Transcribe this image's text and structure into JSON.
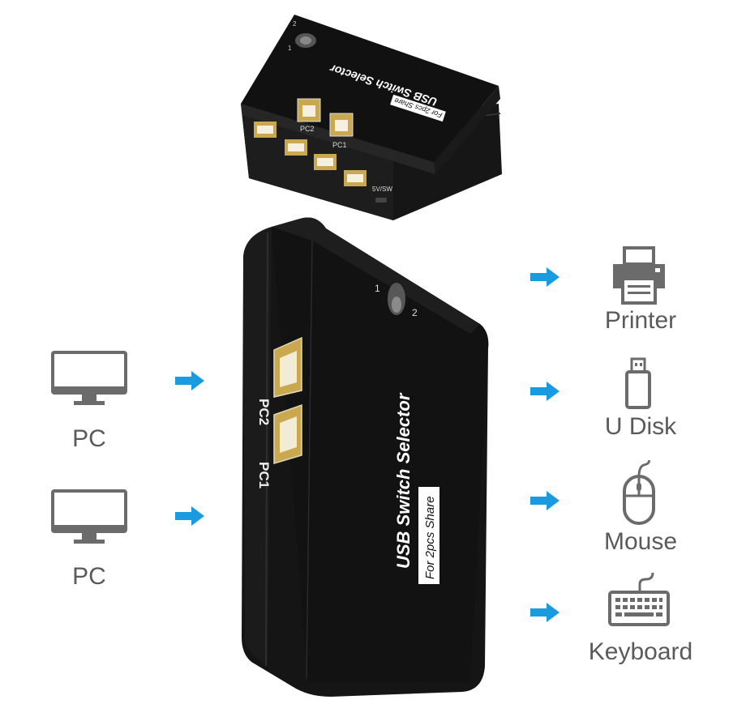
{
  "top_device": {
    "title": "USB Switch Selector",
    "subtitle": "For 2pcs Share",
    "ports": [
      "PC2",
      "PC1"
    ],
    "switch_labels": [
      "2",
      "1"
    ],
    "power_label": "5V/SW"
  },
  "main_device": {
    "title": "USB Switch Selector",
    "subtitle": "For 2pcs Share",
    "ports": [
      "PC2",
      "PC1"
    ],
    "switch_labels": [
      "1",
      "2"
    ]
  },
  "inputs": [
    {
      "label": "PC",
      "icon": "monitor-icon"
    },
    {
      "label": "PC",
      "icon": "monitor-icon"
    }
  ],
  "outputs": [
    {
      "label": "Printer",
      "icon": "printer-icon"
    },
    {
      "label": "U Disk",
      "icon": "usb-drive-icon"
    },
    {
      "label": "Mouse",
      "icon": "mouse-icon"
    },
    {
      "label": "Keyboard",
      "icon": "keyboard-icon"
    }
  ],
  "colors": {
    "arrow": "#1a9be0",
    "icon": "#6b6b6b",
    "device": "#141414"
  }
}
